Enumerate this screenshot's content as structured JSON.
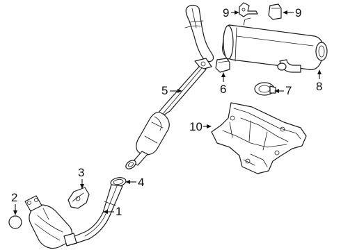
{
  "callouts": [
    {
      "id": "1",
      "label": "1"
    },
    {
      "id": "2",
      "label": "2"
    },
    {
      "id": "3",
      "label": "3"
    },
    {
      "id": "4",
      "label": "4"
    },
    {
      "id": "5",
      "label": "5"
    },
    {
      "id": "6",
      "label": "6"
    },
    {
      "id": "7",
      "label": "7"
    },
    {
      "id": "8",
      "label": "8"
    },
    {
      "id": "9a",
      "label": "9"
    },
    {
      "id": "9b",
      "label": "9"
    },
    {
      "id": "10",
      "label": "10"
    }
  ],
  "colors": {
    "line": "#1a1a1a",
    "fill": "#ffffff",
    "background": "#ffffff"
  }
}
